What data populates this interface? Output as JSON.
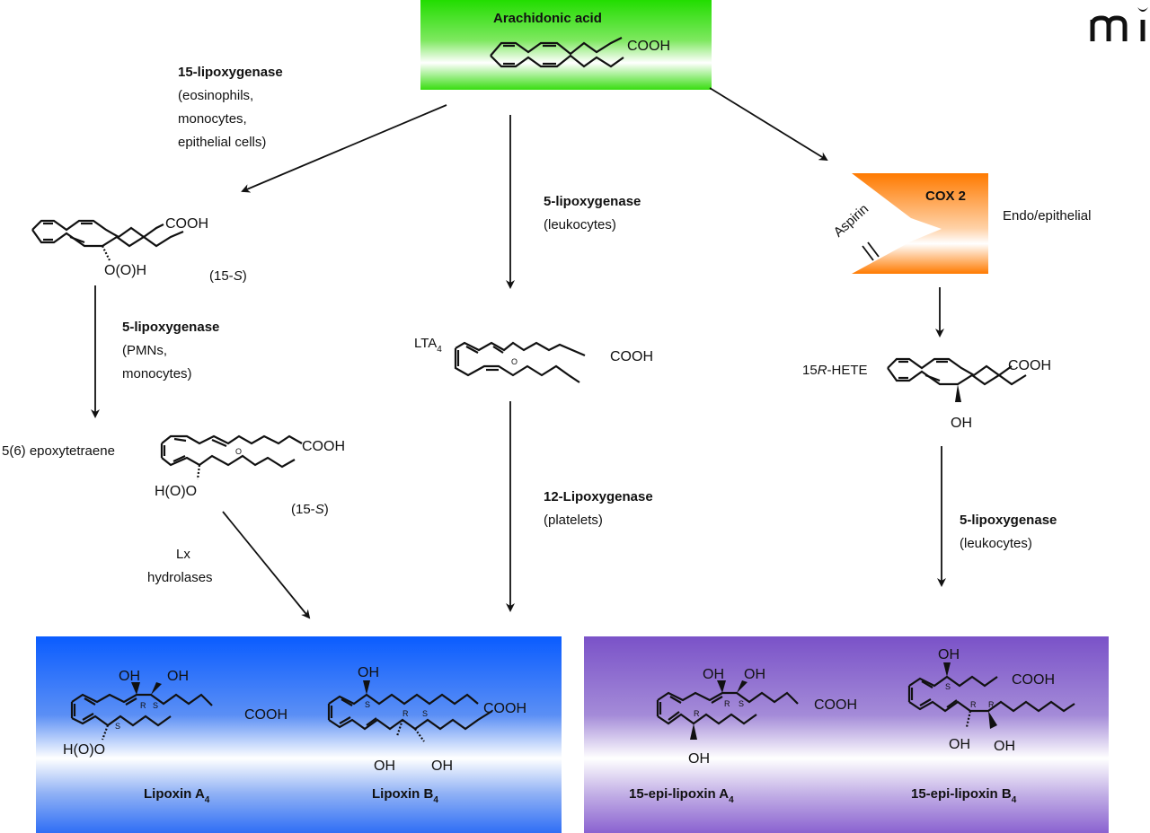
{
  "logo": {
    "text": "mi",
    "icon": "journal-logo-icon"
  },
  "start": {
    "title": "Arachidonic acid",
    "group": "COOH",
    "box_color": "#22dd00"
  },
  "left_branch": {
    "enzyme1": {
      "name": "15-lipoxygenase",
      "cells": [
        "(eosinophils,",
        "monocytes,",
        "epithelial cells)"
      ]
    },
    "intermediate1": {
      "hydroperoxy": "O(O)H",
      "acid": "COOH",
      "stereo_prefix": "(15-",
      "stereo_letter": "S",
      "stereo_suffix": ")"
    },
    "enzyme2": {
      "name": "5-lipoxygenase",
      "cells": [
        "(PMNs,",
        "monocytes)"
      ]
    },
    "intermediate2": {
      "name": "5(6) epoxytetraene",
      "hydroperoxy": "H(O)O",
      "acid": "COOH",
      "epoxide_o": "O",
      "stereo_prefix": "(15-",
      "stereo_letter": "S",
      "stereo_suffix": ")"
    },
    "enzyme3": {
      "lines": [
        "Lx",
        "hydrolases"
      ]
    }
  },
  "middle_branch": {
    "enzyme1": {
      "name": "5-lipoxygenase",
      "cells": "(leukocytes)"
    },
    "intermediate": {
      "name": "LTA",
      "subscript": "4",
      "acid": "COOH",
      "epoxide_o": "O"
    },
    "enzyme2": {
      "name": "12-Lipoxygenase",
      "cells": "(platelets)"
    }
  },
  "right_branch": {
    "cox": {
      "label": "COX 2",
      "inhibitor": "Aspirin",
      "cell_type": "Endo/epithelial",
      "color": "#ff7a00"
    },
    "intermediate": {
      "name_prefix": "15",
      "name_italic": "R",
      "name_suffix": "-HETE",
      "acid": "COOH",
      "hydroxyl": "OH"
    },
    "enzyme": {
      "name": "5-lipoxygenase",
      "cells": "(leukocytes)"
    }
  },
  "products": {
    "lipoxins": {
      "panel_color": "#0a5cff",
      "items": [
        {
          "name": "Lipoxin A",
          "subscript": "4",
          "groups": [
            "OH",
            "OH",
            "COOH",
            "H(O)O"
          ],
          "stereo": [
            "R",
            "S",
            "S"
          ]
        },
        {
          "name": "Lipoxin B",
          "subscript": "4",
          "groups": [
            "OH",
            "COOH",
            "OH",
            "OH"
          ],
          "stereo": [
            "S",
            "R",
            "S"
          ]
        }
      ]
    },
    "epi_lipoxins": {
      "panel_color": "#7a52c8",
      "items": [
        {
          "name": "15-epi-lipoxin A",
          "subscript": "4",
          "groups": [
            "OH",
            "OH",
            "COOH",
            "OH"
          ],
          "stereo": [
            "R",
            "S",
            "R"
          ]
        },
        {
          "name": "15-epi-lipoxin B",
          "subscript": "4",
          "groups": [
            "OH",
            "COOH",
            "OH",
            "OH"
          ],
          "stereo": [
            "S",
            "R",
            "R"
          ]
        }
      ]
    }
  }
}
